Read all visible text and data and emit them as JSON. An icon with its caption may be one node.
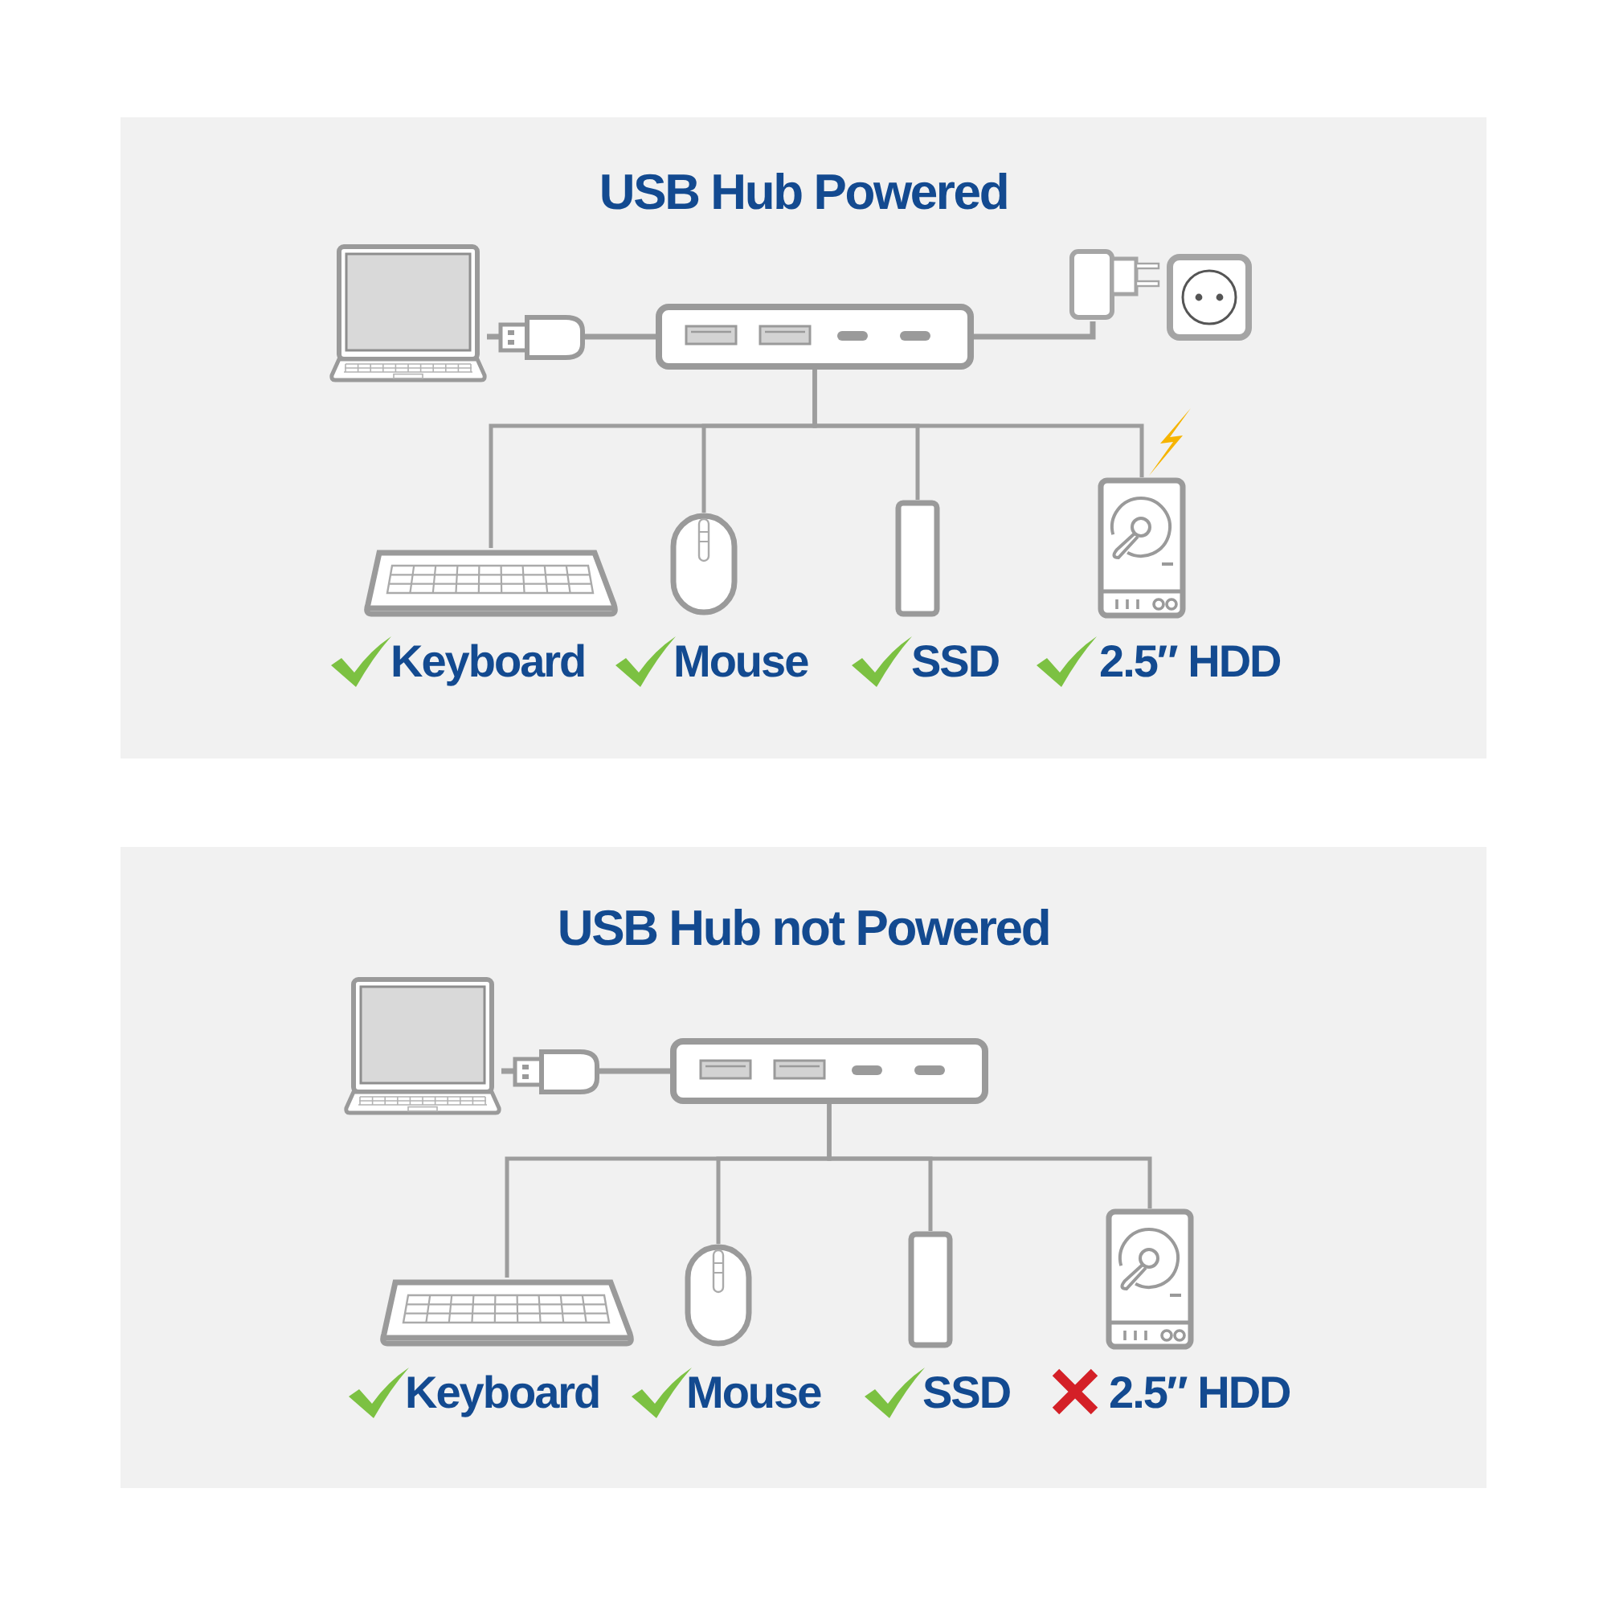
{
  "diagram": {
    "nodes": [
      {
        "text": [
          "USB Hub Powered"
        ]
      },
      {
        "text": [],
        "shape": "picture",
        "in": 0
      },
      {
        "text": [],
        "shape": "picture",
        "in": 0
      },
      {
        "text": [],
        "shape": "picture",
        "in": 0
      },
      {
        "text": [],
        "shape": "picture",
        "in": 0,
        "beside": [
          "Keyboard"
        ]
      },
      {
        "text": [],
        "shape": "picture",
        "in": 0,
        "beside": [
          "Mouse"
        ]
      },
      {
        "text": [],
        "shape": "box",
        "in": 0,
        "beside": [
          "SSD"
        ]
      },
      {
        "text": [],
        "shape": "picture",
        "in": 0,
        "beside": [
          "2.5″ HDD"
        ]
      },
      {
        "text": [
          "USB Hub not Powered"
        ]
      },
      {
        "text": [],
        "shape": "picture",
        "in": 8
      },
      {
        "text": [],
        "shape": "picture",
        "in": 8
      },
      {
        "text": [],
        "shape": "picture",
        "in": 8,
        "beside": [
          "Keyboard"
        ]
      },
      {
        "text": [],
        "shape": "picture",
        "in": 8,
        "beside": [
          "Mouse"
        ]
      },
      {
        "text": [],
        "shape": "box",
        "in": 8,
        "beside": [
          "SSD"
        ]
      },
      {
        "text": [],
        "shape": "picture",
        "in": 8,
        "beside": [
          "2.5″ HDD"
        ]
      }
    ],
    "edges": [
      {
        "from": 1,
        "to": 2,
        "arrow": "none"
      },
      {
        "from": 2,
        "to": 3,
        "arrow": "none"
      },
      {
        "from": 2,
        "to": 4,
        "arrow": "none"
      },
      {
        "from": 2,
        "to": 5,
        "arrow": "none"
      },
      {
        "from": 2,
        "to": 6,
        "arrow": "none"
      },
      {
        "from": 2,
        "to": 7,
        "arrow": "none"
      },
      {
        "from": 9,
        "to": 10,
        "arrow": "none"
      },
      {
        "from": 10,
        "to": 11,
        "arrow": "none"
      },
      {
        "from": 10,
        "to": 12,
        "arrow": "none"
      },
      {
        "from": 10,
        "to": 13,
        "arrow": "none"
      },
      {
        "from": 10,
        "to": 14,
        "arrow": "none"
      }
    ]
  }
}
